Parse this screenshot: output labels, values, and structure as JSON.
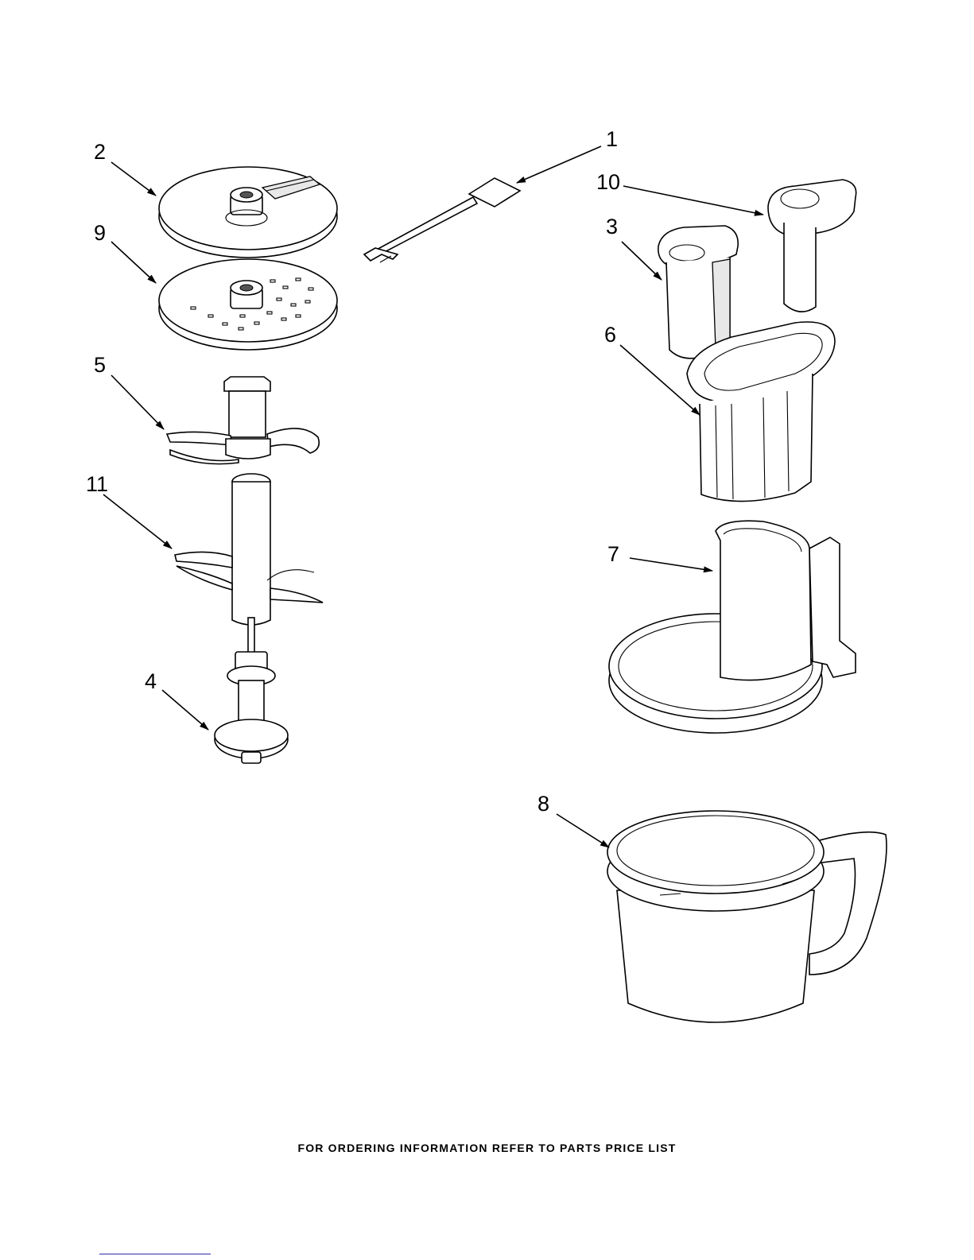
{
  "callouts": {
    "c1": "1",
    "c2": "2",
    "c3": "3",
    "c4": "4",
    "c5": "5",
    "c6": "6",
    "c7": "7",
    "c8": "8",
    "c9": "9",
    "c10": "10",
    "c11": "11"
  },
  "footer_text": "FOR ORDERING INFORMATION REFER TO PARTS PRICE LIST"
}
